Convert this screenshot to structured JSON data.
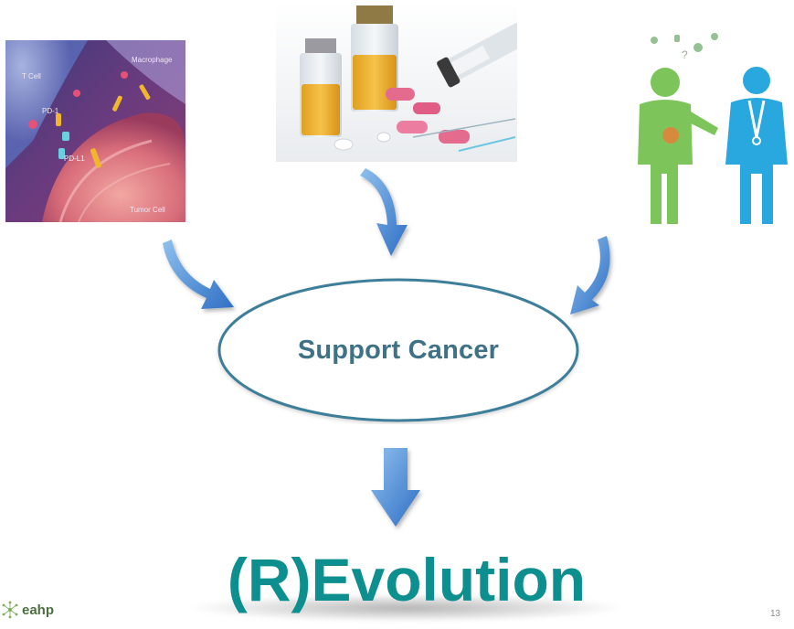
{
  "diagram": {
    "center_label": "Support Cancer",
    "title": "(R)Evolution",
    "slide_number": "13",
    "images": {
      "immune": {
        "labels": [
          "T Cell",
          "Macrophage",
          "Tumor Cell",
          "PD-1",
          "PD-L1"
        ]
      },
      "drugs": {},
      "consult": {}
    },
    "logo": {
      "text": "eahp"
    },
    "colors": {
      "arrow": "#3a7fd0",
      "ellipse_stroke": "#3e7f9a",
      "center_text": "#3f7286",
      "title": "#0d8f8f"
    }
  }
}
